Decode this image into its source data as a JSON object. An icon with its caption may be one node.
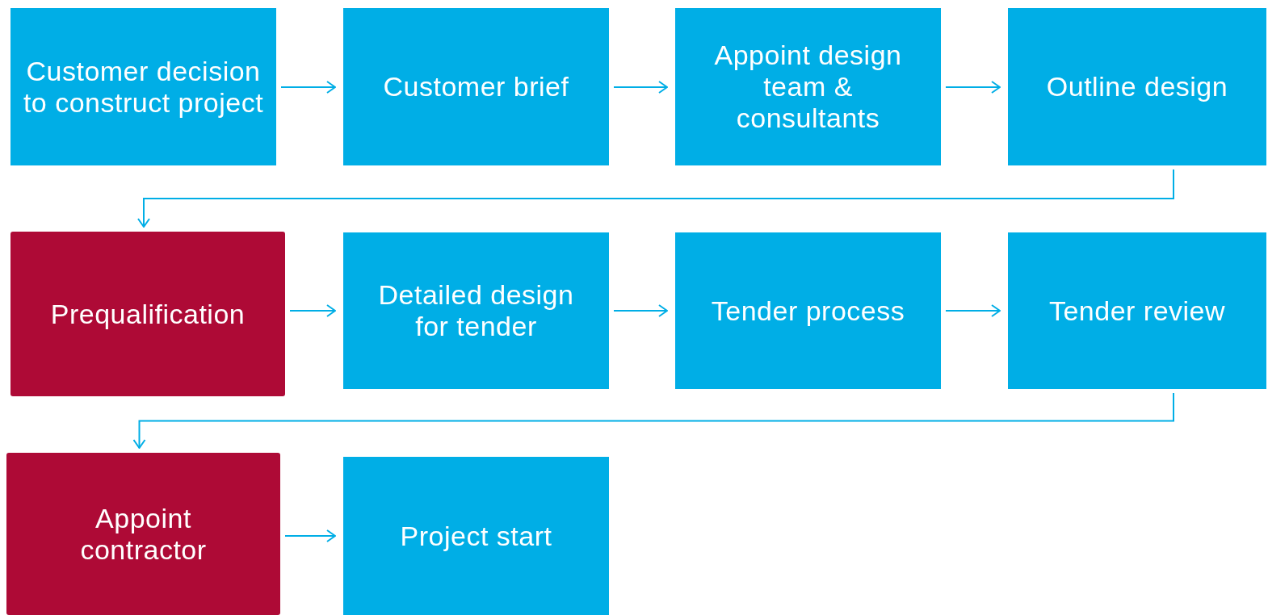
{
  "diagram": {
    "nodes": [
      {
        "text": [
          "Customer decision to construct project"
        ]
      },
      {
        "text": [
          "Customer brief"
        ]
      },
      {
        "text": [
          "Appoint design team & consultants"
        ]
      },
      {
        "text": [
          "Outline design"
        ]
      },
      {
        "text": [
          "Prequalification"
        ]
      },
      {
        "text": [
          "Detailed design for tender"
        ]
      },
      {
        "text": [
          "Tender process"
        ]
      },
      {
        "text": [
          "Tender review"
        ]
      },
      {
        "text": [
          "Appoint contractor"
        ]
      },
      {
        "text": [
          "Project start"
        ]
      }
    ],
    "edges": [
      {
        "from": 0,
        "to": 1,
        "arrow": "to"
      },
      {
        "from": 1,
        "to": 2,
        "arrow": "to"
      },
      {
        "from": 2,
        "to": 3,
        "arrow": "to"
      },
      {
        "from": 3,
        "to": 4,
        "arrow": "to"
      },
      {
        "from": 4,
        "to": 5,
        "arrow": "to"
      },
      {
        "from": 5,
        "to": 6,
        "arrow": "to"
      },
      {
        "from": 6,
        "to": 7,
        "arrow": "to"
      },
      {
        "from": 7,
        "to": 8,
        "arrow": "to"
      },
      {
        "from": 8,
        "to": 9,
        "arrow": "to"
      }
    ]
  }
}
